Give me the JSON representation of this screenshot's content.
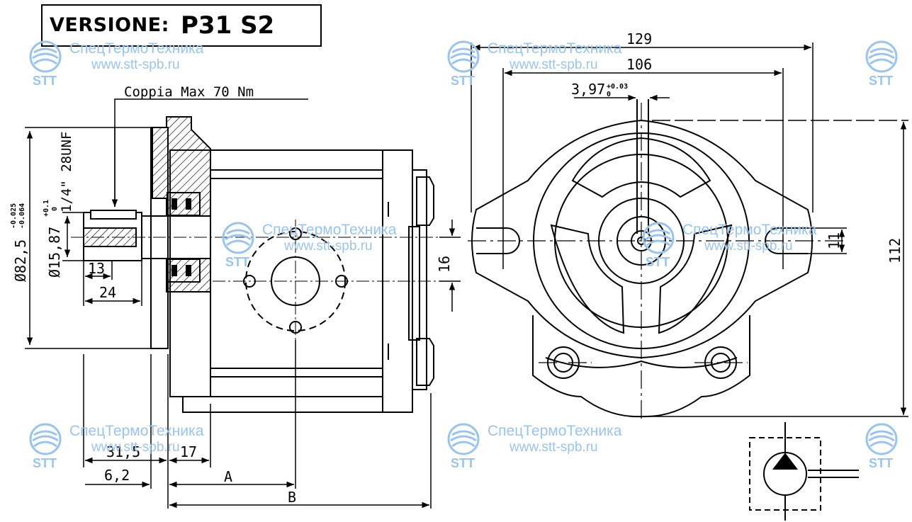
{
  "title": {
    "label": "VERSIONE:",
    "value": "P31 S2"
  },
  "annotation": {
    "torque": "Coppia Max 70 Nm"
  },
  "side_view": {
    "dim_diameter_main": "Ø82,5",
    "dim_diameter_main_tol_upper": "-0.025",
    "dim_diameter_main_tol_lower": "-0.064",
    "dim_diameter_shaft": "Ø15,87",
    "dim_diameter_shaft_tol_upper": "+0.1",
    "dim_diameter_shaft_tol_lower": "0",
    "dim_thread": "1/4\" 28UNF",
    "dim_13": "13",
    "dim_24": "24",
    "dim_31_5": "31,5",
    "dim_17": "17",
    "dim_6_2": "6,2",
    "dim_A": "A",
    "dim_B": "B",
    "dim_16": "16"
  },
  "front_view": {
    "dim_129": "129",
    "dim_106": "106",
    "dim_key": "3,97",
    "dim_key_tol_upper": "+0.03",
    "dim_key_tol_lower": "0",
    "dim_112": "112",
    "dim_11": "11"
  },
  "watermark": {
    "name": "СпецТермоТехника",
    "url": "www.stt-spb.ru",
    "code": "STT",
    "color": "#9cc4ea"
  }
}
